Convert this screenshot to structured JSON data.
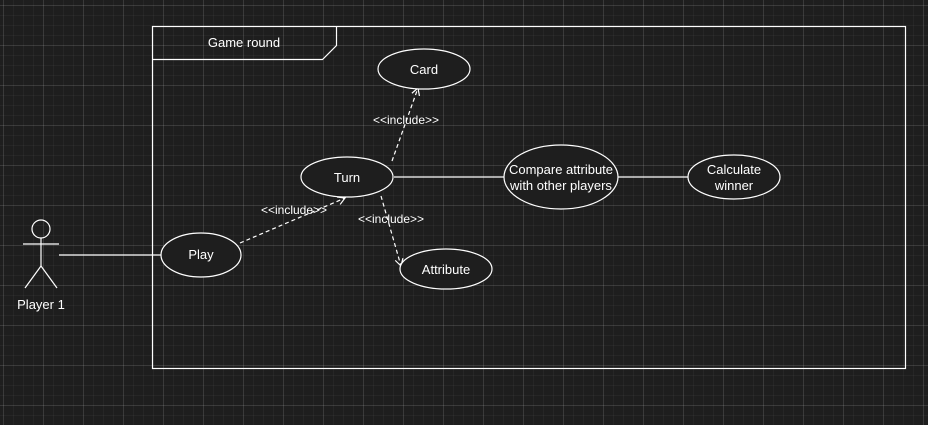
{
  "diagram": {
    "frame_title": "Game round",
    "actor": {
      "label": "Player 1"
    },
    "use_cases": {
      "play": "Play",
      "turn": "Turn",
      "card": "Card",
      "attribute": "Attribute",
      "compare_line1": "Compare attribute",
      "compare_line2": "with other players",
      "calculate_line1": "Calculate",
      "calculate_line2": "winner"
    },
    "relations": {
      "include_turn": "<<include>>",
      "include_card": "<<include>>",
      "include_attribute": "<<include>>"
    }
  },
  "colors": {
    "background": "#1e1e1e",
    "stroke": "#ffffff",
    "text": "#ffffff"
  }
}
